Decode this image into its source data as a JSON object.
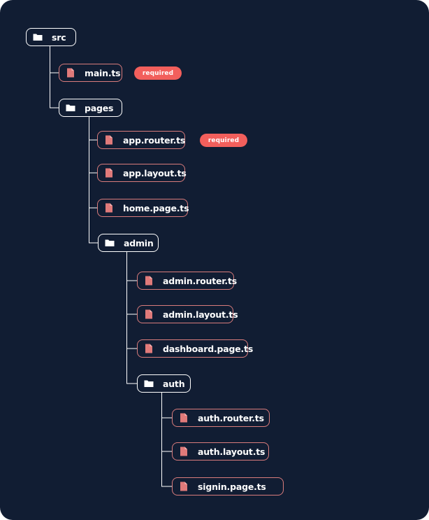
{
  "tree": {
    "src": {
      "label": "src",
      "icon": "folder-icon"
    },
    "main": {
      "label": "main.ts",
      "icon": "file-icon",
      "badge": "required"
    },
    "pages": {
      "label": "pages",
      "icon": "folder-icon"
    },
    "app_router": {
      "label": "app.router.ts",
      "icon": "file-icon",
      "badge": "required"
    },
    "app_layout": {
      "label": "app.layout.ts",
      "icon": "file-icon"
    },
    "home_page": {
      "label": "home.page.ts",
      "icon": "file-icon"
    },
    "admin": {
      "label": "admin",
      "icon": "folder-icon"
    },
    "admin_router": {
      "label": "admin.router.ts",
      "icon": "file-icon"
    },
    "admin_layout": {
      "label": "admin.layout.ts",
      "icon": "file-icon"
    },
    "dashboard_page": {
      "label": "dashboard.page.ts",
      "icon": "file-icon"
    },
    "auth": {
      "label": "auth",
      "icon": "folder-icon"
    },
    "auth_router": {
      "label": "auth.router.ts",
      "icon": "file-icon"
    },
    "auth_layout": {
      "label": "auth.layout.ts",
      "icon": "file-icon"
    },
    "signin_page": {
      "label": "signin.page.ts",
      "icon": "file-icon"
    }
  },
  "colors": {
    "background": "#111d33",
    "folder_border": "#ffffff",
    "file_border": "#d97c7c",
    "file_icon": "#e07a7a",
    "badge": "#f25f5c",
    "connector": "#ffffff"
  }
}
